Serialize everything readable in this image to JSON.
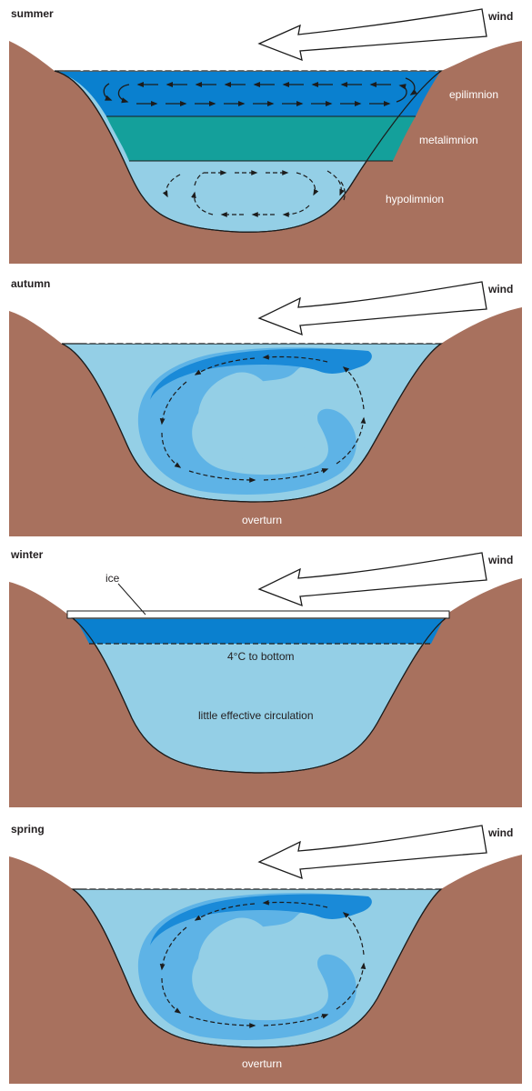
{
  "colors": {
    "earth": "#a8715e",
    "epilimnion": "#0a80cf",
    "metalimnion": "#14a09b",
    "hypolimnion": "#94cfe6",
    "deep_blue": "#1a8ad8",
    "mid_blue": "#5eb3e6",
    "ice": "#ffffff",
    "outline": "#1c1c1c"
  },
  "panels": [
    {
      "season": "summer",
      "wind": "wind",
      "labels": {
        "epilimnion": "epilimnion",
        "metalimnion": "metalimnion",
        "hypolimnion": "hypolimnion"
      }
    },
    {
      "season": "autumn",
      "wind": "wind",
      "caption": "overturn"
    },
    {
      "season": "winter",
      "wind": "wind",
      "ice": "ice",
      "temp_note": "4°C to bottom",
      "circulation_note": "little effective circulation"
    },
    {
      "season": "spring",
      "wind": "wind",
      "caption": "overturn"
    }
  ]
}
